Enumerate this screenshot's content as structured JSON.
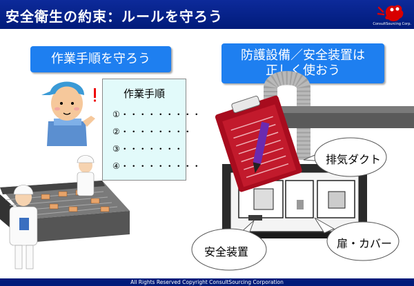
{
  "slide": {
    "title": "安全衛生の約束：ルールを守ろう",
    "logo_text": "ConsultSourcing Corp."
  },
  "left_section": {
    "label": "作業手順を守ろう",
    "procedure_title": "作業手順",
    "steps": [
      "①・・・・・・・・・",
      "②・・・・・・・・",
      "③・・・・・・・",
      "④・・・・・・・・・"
    ]
  },
  "right_section": {
    "label": "防護設備／安全装置は\n正しく使おう",
    "callouts": {
      "exhaust_duct": "排気ダクト",
      "door_cover": "扉・カバー",
      "safety_device": "安全装置"
    }
  },
  "footer": {
    "copyright": "All Rights Reserved  Copyright  ConsultSourcing Corporation"
  },
  "colors": {
    "title_bar": "#001b7a",
    "label_blue": "#1e7ff0",
    "procedure_bg": "#e2fafa"
  }
}
